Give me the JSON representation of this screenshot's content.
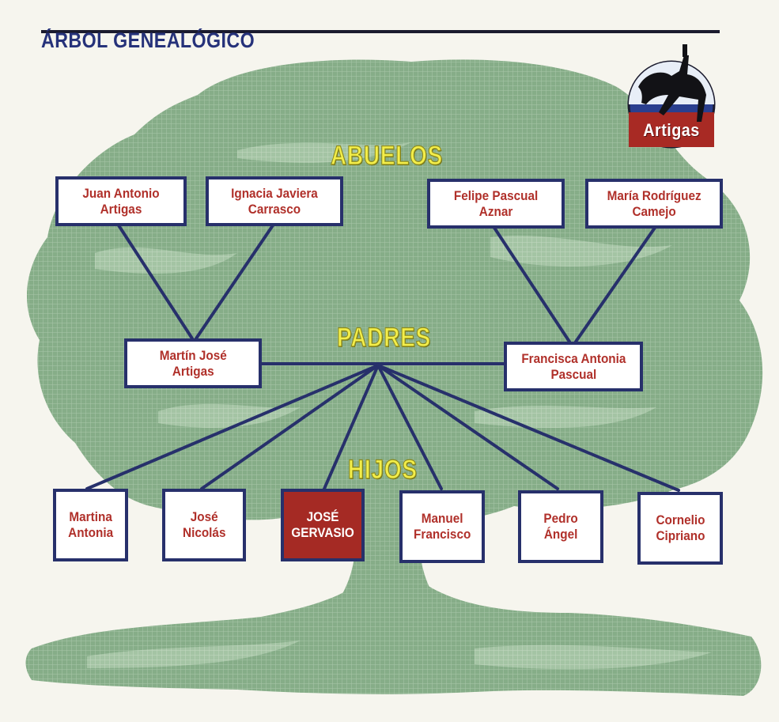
{
  "title": "ÁRBOL GENEALÓGICO",
  "logo": {
    "text": "Artigas",
    "icon": "horse-rider-icon"
  },
  "levels": {
    "grandparents": "ABUELOS",
    "parents": "PADRES",
    "children": "HIJOS"
  },
  "grandparents": [
    "Juan Antonio\nArtigas",
    "Ignacia Javiera\nCarrasco",
    "Felipe Pascual\nAznar",
    "María Rodríguez\nCamejo"
  ],
  "parents": [
    "Martín José\nArtigas",
    "Francisca Antonia\nPascual"
  ],
  "children": [
    "Martina\nAntonia",
    "José\nNicolás",
    "JOSÉ\nGERVASIO",
    "Manuel\nFrancisco",
    "Pedro\nÁngel",
    "Cornelio\nCipriano"
  ],
  "highlighted_child_index": 2,
  "colors": {
    "box_border": "#27306b",
    "name_text": "#b0302a",
    "highlight_fill": "#a52a24",
    "level_label": "#f3ee4a",
    "tree_green": "#7fa882"
  }
}
